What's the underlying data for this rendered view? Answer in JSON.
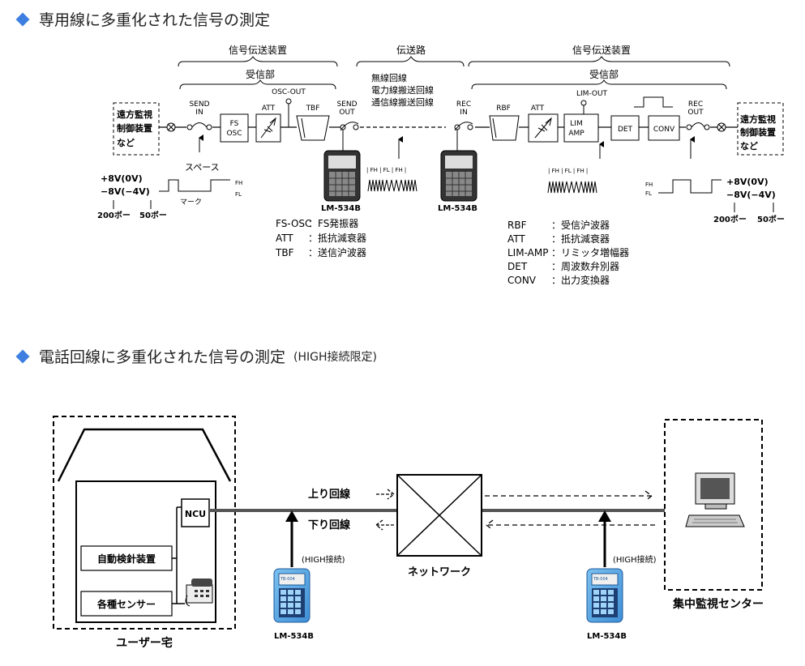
{
  "section1": {
    "title": "専用線に多重化された信号の測定",
    "group_left": "信号伝送装置",
    "group_mid": "伝送路",
    "group_right": "信号伝送装置",
    "sub_left": "受信部",
    "sub_right": "受信部",
    "remote_left": [
      "遠方監視",
      "制御装置",
      "など"
    ],
    "remote_right": [
      "遠方監視",
      "制御装置",
      "など"
    ],
    "path_lines": [
      "無線回線",
      "電力線搬送回線",
      "通信線搬送回線"
    ],
    "labels": {
      "send_in": [
        "SEND",
        "IN"
      ],
      "fs_osc": [
        "FS",
        "OSC"
      ],
      "att": "ATT",
      "osc_out": "OSC-OUT",
      "tbf": "TBF",
      "send_out": [
        "SEND",
        "OUT"
      ],
      "rec_in": [
        "REC",
        "IN"
      ],
      "rbf": "RBF",
      "att2": "ATT",
      "lim_out": "LIM-OUT",
      "lim_amp": [
        "LIM",
        "AMP"
      ],
      "det": "DET",
      "conv": "CONV",
      "rec_out": [
        "REC",
        "OUT"
      ],
      "space": "スペース",
      "mark": "マーク",
      "v_plus_left": "+8V(0V)",
      "v_minus_left": "−8V(−4V)",
      "v_plus_right": "+8V(0V)",
      "v_minus_right": "−8V(−4V)",
      "baud200_left": "200ボー",
      "baud50_left": "50ボー",
      "baud200_right": "200ボー",
      "baud50_right": "50ボー",
      "fh": "FH",
      "fl": "FL",
      "fh_fl_fh": [
        "FH",
        "FL",
        "FH"
      ],
      "device": "LM-534B"
    },
    "legend_left": [
      {
        "abbr": "FS-OSC",
        "desc": "：FS発振器"
      },
      {
        "abbr": "ATT",
        "desc": "：抵抗減衰器"
      },
      {
        "abbr": "TBF",
        "desc": "：送信沪波器"
      }
    ],
    "legend_right": [
      {
        "abbr": "RBF",
        "desc": "：受信沪波器"
      },
      {
        "abbr": "ATT",
        "desc": "：抵抗減衰器"
      },
      {
        "abbr": "LIM-AMP",
        "desc": "：リミッタ増幅器"
      },
      {
        "abbr": "DET",
        "desc": "：周波数弁別器"
      },
      {
        "abbr": "CONV",
        "desc": "：出力変換器"
      }
    ]
  },
  "section2": {
    "title": "電話回線に多重化された信号の測定",
    "subtitle": "(HIGH接続限定)",
    "ncu": "NCU",
    "auto_meter": "自動検針装置",
    "sensors": "各種センサー",
    "user_home": "ユーザー宅",
    "up_line": "上り回線",
    "down_line": "下り回線",
    "network": "ネットワーク",
    "center": "集中監視センター",
    "high_conn_left": "(HIGH接続)",
    "high_conn_right": "(HIGH接続)",
    "device_left": "LM-534B",
    "device_right": "LM-534B"
  },
  "colors": {
    "accent_diamond": "#3d7fe0",
    "device_blue": "#5aa8e8"
  }
}
